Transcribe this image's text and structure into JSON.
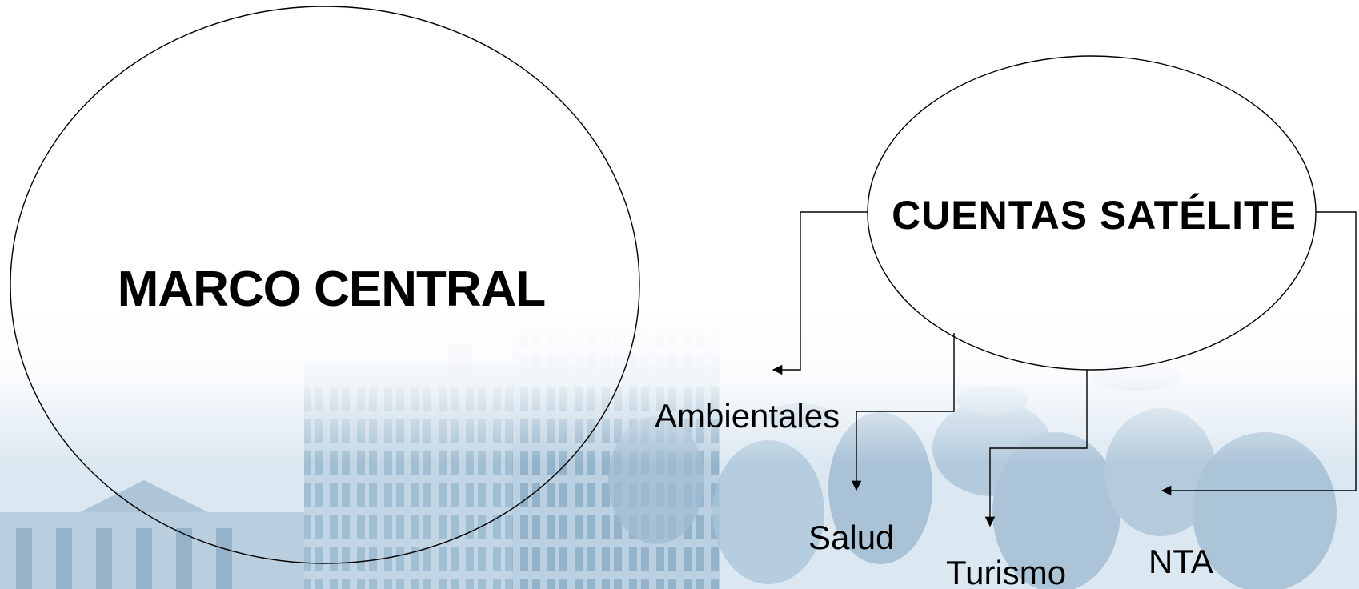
{
  "diagram": {
    "main_node": {
      "label": "MARCO CENTRAL"
    },
    "satellite_node": {
      "label": "CUENTAS SATÉLITE"
    },
    "children": [
      {
        "key": "ambientales",
        "label": "Ambientales"
      },
      {
        "key": "salud",
        "label": "Salud"
      },
      {
        "key": "turismo",
        "label": "Turismo"
      },
      {
        "key": "nta",
        "label": "NTA"
      }
    ]
  },
  "colors": {
    "line": "#000000",
    "text": "#000000",
    "background_tint": "#c9dbe8"
  }
}
